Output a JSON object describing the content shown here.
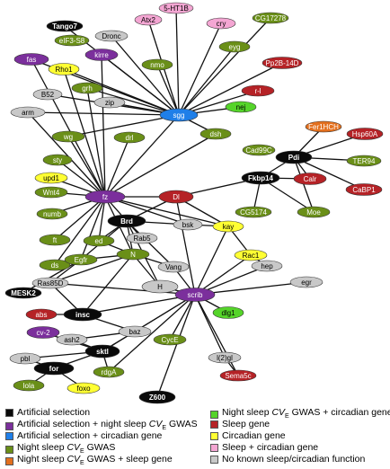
{
  "colors": {
    "black": "#0a0a0a",
    "purple": "#7b2f9c",
    "blue": "#1f7fe8",
    "olive": "#6a8f18",
    "orange": "#e3701e",
    "red": "#b52226",
    "yellow": "#ffff33",
    "green": "#55d42a",
    "pink": "#f4a6d3",
    "gray": "#c8c8c8"
  },
  "nodes": [
    {
      "id": "5-HT1B",
      "cat": "pink"
    },
    {
      "id": "Tango7",
      "cat": "black"
    },
    {
      "id": "Atx2",
      "cat": "pink"
    },
    {
      "id": "cry",
      "cat": "pink"
    },
    {
      "id": "CG17278",
      "cat": "olive"
    },
    {
      "id": "eIF3-S8",
      "cat": "olive"
    },
    {
      "id": "Dronc",
      "cat": "gray"
    },
    {
      "id": "eyg",
      "cat": "olive"
    },
    {
      "id": "fas",
      "cat": "purple"
    },
    {
      "id": "kirre",
      "cat": "purple"
    },
    {
      "id": "Pp2B-14D",
      "cat": "red"
    },
    {
      "id": "nmo",
      "cat": "olive"
    },
    {
      "id": "Rho1",
      "cat": "yellow"
    },
    {
      "id": "grh",
      "cat": "olive"
    },
    {
      "id": "B52",
      "cat": "gray"
    },
    {
      "id": "r-l",
      "cat": "red"
    },
    {
      "id": "zip",
      "cat": "gray"
    },
    {
      "id": "nej",
      "cat": "green"
    },
    {
      "id": "arm",
      "cat": "gray"
    },
    {
      "id": "sgg",
      "cat": "blue"
    },
    {
      "id": "Fer1HCH",
      "cat": "orange"
    },
    {
      "id": "Hsp60A",
      "cat": "red"
    },
    {
      "id": "wg",
      "cat": "olive"
    },
    {
      "id": "drl",
      "cat": "olive"
    },
    {
      "id": "dsh",
      "cat": "olive"
    },
    {
      "id": "Cad99C",
      "cat": "olive"
    },
    {
      "id": "Pdi",
      "cat": "black"
    },
    {
      "id": "sty",
      "cat": "olive"
    },
    {
      "id": "TER94",
      "cat": "olive"
    },
    {
      "id": "upd1",
      "cat": "yellow"
    },
    {
      "id": "Fkbp14",
      "cat": "black"
    },
    {
      "id": "Calr",
      "cat": "red"
    },
    {
      "id": "CaBP1",
      "cat": "red"
    },
    {
      "id": "Wnt4",
      "cat": "olive"
    },
    {
      "id": "fz",
      "cat": "purple"
    },
    {
      "id": "Dl",
      "cat": "red"
    },
    {
      "id": "CG5174",
      "cat": "olive"
    },
    {
      "id": "Moe",
      "cat": "olive"
    },
    {
      "id": "numb",
      "cat": "olive"
    },
    {
      "id": "Brd",
      "cat": "black"
    },
    {
      "id": "bsk",
      "cat": "gray"
    },
    {
      "id": "kay",
      "cat": "yellow"
    },
    {
      "id": "ft",
      "cat": "olive"
    },
    {
      "id": "ed",
      "cat": "olive"
    },
    {
      "id": "Rab5",
      "cat": "gray"
    },
    {
      "id": "N",
      "cat": "olive"
    },
    {
      "id": "ds",
      "cat": "olive"
    },
    {
      "id": "Egfr",
      "cat": "olive"
    },
    {
      "id": "Rac1",
      "cat": "yellow"
    },
    {
      "id": "Vang",
      "cat": "gray"
    },
    {
      "id": "hep",
      "cat": "gray"
    },
    {
      "id": "Ras85D",
      "cat": "gray"
    },
    {
      "id": "H",
      "cat": "gray"
    },
    {
      "id": "egr",
      "cat": "gray"
    },
    {
      "id": "MESK2",
      "cat": "black"
    },
    {
      "id": "scrib",
      "cat": "purple"
    },
    {
      "id": "abs",
      "cat": "red"
    },
    {
      "id": "insc",
      "cat": "black"
    },
    {
      "id": "dlg1",
      "cat": "green"
    },
    {
      "id": "cv-2",
      "cat": "purple"
    },
    {
      "id": "ash2",
      "cat": "gray"
    },
    {
      "id": "baz",
      "cat": "gray"
    },
    {
      "id": "sktl",
      "cat": "black"
    },
    {
      "id": "CycE",
      "cat": "olive"
    },
    {
      "id": "pbl",
      "cat": "gray"
    },
    {
      "id": "l(2)gl",
      "cat": "gray"
    },
    {
      "id": "for",
      "cat": "black"
    },
    {
      "id": "rdgA",
      "cat": "olive"
    },
    {
      "id": "Sema5c",
      "cat": "red"
    },
    {
      "id": "lola",
      "cat": "olive"
    },
    {
      "id": "foxo",
      "cat": "yellow"
    },
    {
      "id": "Z600",
      "cat": "black"
    }
  ],
  "edges": [
    [
      "sgg",
      "5-HT1B"
    ],
    [
      "sgg",
      "Atx2"
    ],
    [
      "sgg",
      "cry"
    ],
    [
      "sgg",
      "CG17278"
    ],
    [
      "sgg",
      "Tango7"
    ],
    [
      "sgg",
      "Dronc"
    ],
    [
      "sgg",
      "eyg"
    ],
    [
      "sgg",
      "nmo"
    ],
    [
      "sgg",
      "Pp2B-14D"
    ],
    [
      "sgg",
      "kirre"
    ],
    [
      "sgg",
      "fas"
    ],
    [
      "sgg",
      "Rho1"
    ],
    [
      "sgg",
      "grh"
    ],
    [
      "sgg",
      "B52"
    ],
    [
      "sgg",
      "zip"
    ],
    [
      "sgg",
      "arm"
    ],
    [
      "sgg",
      "r-l"
    ],
    [
      "sgg",
      "nej"
    ],
    [
      "sgg",
      "wg"
    ],
    [
      "sgg",
      "dsh"
    ],
    [
      "sgg",
      "fz"
    ],
    [
      "fz",
      "fas"
    ],
    [
      "fz",
      "kirre"
    ],
    [
      "fz",
      "Rho1"
    ],
    [
      "fz",
      "grh"
    ],
    [
      "fz",
      "arm"
    ],
    [
      "fz",
      "wg"
    ],
    [
      "fz",
      "drl"
    ],
    [
      "fz",
      "dsh"
    ],
    [
      "fz",
      "sty"
    ],
    [
      "fz",
      "upd1"
    ],
    [
      "fz",
      "Wnt4"
    ],
    [
      "fz",
      "numb"
    ],
    [
      "fz",
      "ft"
    ],
    [
      "fz",
      "ds"
    ],
    [
      "fz",
      "ed"
    ],
    [
      "fz",
      "Dl"
    ],
    [
      "fz",
      "Brd"
    ],
    [
      "fz",
      "N"
    ],
    [
      "fz",
      "Egfr"
    ],
    [
      "fz",
      "bsk"
    ],
    [
      "fz",
      "kay"
    ],
    [
      "Dl",
      "Fkbp14"
    ],
    [
      "Dl",
      "Brd"
    ],
    [
      "Dl",
      "kay"
    ],
    [
      "Dl",
      "scrib"
    ],
    [
      "Fkbp14",
      "Pdi"
    ],
    [
      "Fkbp14",
      "Calr"
    ],
    [
      "Fkbp14",
      "CG5174"
    ],
    [
      "Fkbp14",
      "Moe"
    ],
    [
      "Pdi",
      "Fer1HCH"
    ],
    [
      "Pdi",
      "Hsp60A"
    ],
    [
      "Pdi",
      "TER94"
    ],
    [
      "Pdi",
      "Calr"
    ],
    [
      "Pdi",
      "CaBP1"
    ],
    [
      "Pdi",
      "Moe"
    ],
    [
      "Brd",
      "ed"
    ],
    [
      "Brd",
      "N"
    ],
    [
      "Brd",
      "Rab5"
    ],
    [
      "Brd",
      "bsk"
    ],
    [
      "Brd",
      "Egfr"
    ],
    [
      "Brd",
      "Vang"
    ],
    [
      "Brd",
      "H"
    ],
    [
      "N",
      "ed"
    ],
    [
      "N",
      "Egfr"
    ],
    [
      "N",
      "Ras85D"
    ],
    [
      "N",
      "H"
    ],
    [
      "N",
      "insc"
    ],
    [
      "N",
      "Vang"
    ],
    [
      "Egfr",
      "ds"
    ],
    [
      "Egfr",
      "Ras85D"
    ],
    [
      "Egfr",
      "MESK2"
    ],
    [
      "kay",
      "bsk"
    ],
    [
      "kay",
      "scrib"
    ],
    [
      "kay",
      "Rac1"
    ],
    [
      "Rac1",
      "hep"
    ],
    [
      "Rac1",
      "scrib"
    ],
    [
      "scrib",
      "H"
    ],
    [
      "scrib",
      "Vang"
    ],
    [
      "scrib",
      "egr"
    ],
    [
      "scrib",
      "dlg1"
    ],
    [
      "scrib",
      "insc"
    ],
    [
      "scrib",
      "baz"
    ],
    [
      "scrib",
      "CycE"
    ],
    [
      "scrib",
      "Z600"
    ],
    [
      "scrib",
      "l(2)gl"
    ],
    [
      "scrib",
      "Sema5c"
    ],
    [
      "scrib",
      "hep"
    ],
    [
      "scrib",
      "rdgA"
    ],
    [
      "scrib",
      "Ras85D"
    ],
    [
      "scrib",
      "sktl"
    ],
    [
      "insc",
      "abs"
    ],
    [
      "insc",
      "baz"
    ],
    [
      "insc",
      "Ras85D"
    ],
    [
      "baz",
      "ash2"
    ],
    [
      "baz",
      "sktl"
    ],
    [
      "sktl",
      "cv-2"
    ],
    [
      "sktl",
      "ash2"
    ],
    [
      "sktl",
      "pbl"
    ],
    [
      "sktl",
      "for"
    ],
    [
      "sktl",
      "rdgA"
    ],
    [
      "for",
      "lola"
    ],
    [
      "for",
      "foxo"
    ],
    [
      "for",
      "pbl"
    ],
    [
      "l(2)gl",
      "Sema5c"
    ]
  ],
  "legend": [
    {
      "cat": "black",
      "label": "Artificial selection"
    },
    {
      "cat": "purple",
      "label": "Artificial selection + night sleep CV",
      "sub": "E",
      "label_after": " GWAS"
    },
    {
      "cat": "blue",
      "label": "Artificial selection + circadian gene"
    },
    {
      "cat": "olive",
      "label": "Night sleep CV",
      "sub": "E",
      "label_after": " GWAS"
    },
    {
      "cat": "orange",
      "label": "Night sleep CV",
      "sub": "E",
      "label_after": " GWAS + sleep gene"
    },
    {
      "cat": "green",
      "label": "Night sleep CV",
      "sub": "E",
      "label_after": " GWAS + circadian gene"
    },
    {
      "cat": "red",
      "label": "Sleep gene"
    },
    {
      "cat": "yellow",
      "label": "Circadian gene"
    },
    {
      "cat": "pink",
      "label": "Sleep + circadian gene"
    },
    {
      "cat": "gray",
      "label": "No known sleep/circadian function"
    }
  ]
}
